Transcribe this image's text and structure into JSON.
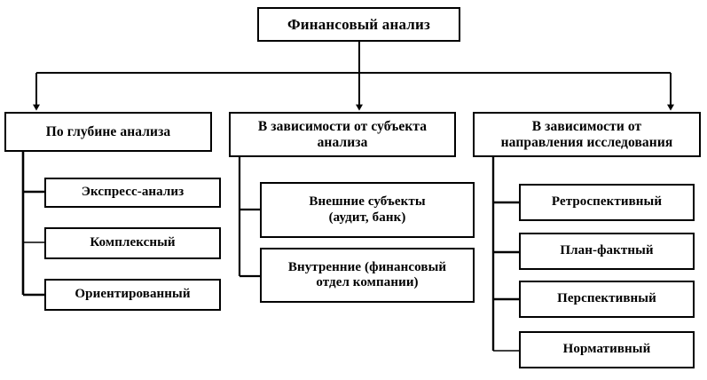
{
  "diagram": {
    "type": "tree-hierarchy",
    "title": "Финансовый анализ",
    "colors": {
      "background": "#ffffff",
      "line": "#000000",
      "box_border": "#000000",
      "box_fill": "#ffffff",
      "text": "#000000"
    },
    "root": {
      "label": "Финансовый анализ"
    },
    "branches": [
      {
        "label": "По глубине анализа",
        "children": [
          {
            "label": "Экспресс-анализ"
          },
          {
            "label": "Комплексный"
          },
          {
            "label": "Ориентированный"
          }
        ]
      },
      {
        "label": "В зависимости от субъекта\nанализа",
        "children": [
          {
            "label": "Внешние субъекты\n(аудит, банк)"
          },
          {
            "label": "Внутренние (финансовый\nотдел компании)"
          }
        ]
      },
      {
        "label": "В зависимости от\nнаправления исследования",
        "children": [
          {
            "label": "Ретроспективный"
          },
          {
            "label": "План-фактный"
          },
          {
            "label": "Перспективный"
          },
          {
            "label": "Нормативный"
          }
        ]
      }
    ],
    "connectors": {
      "arrow_icon": "arrow-down-icon",
      "bus_label": "horizontal-distribution-bus"
    }
  }
}
